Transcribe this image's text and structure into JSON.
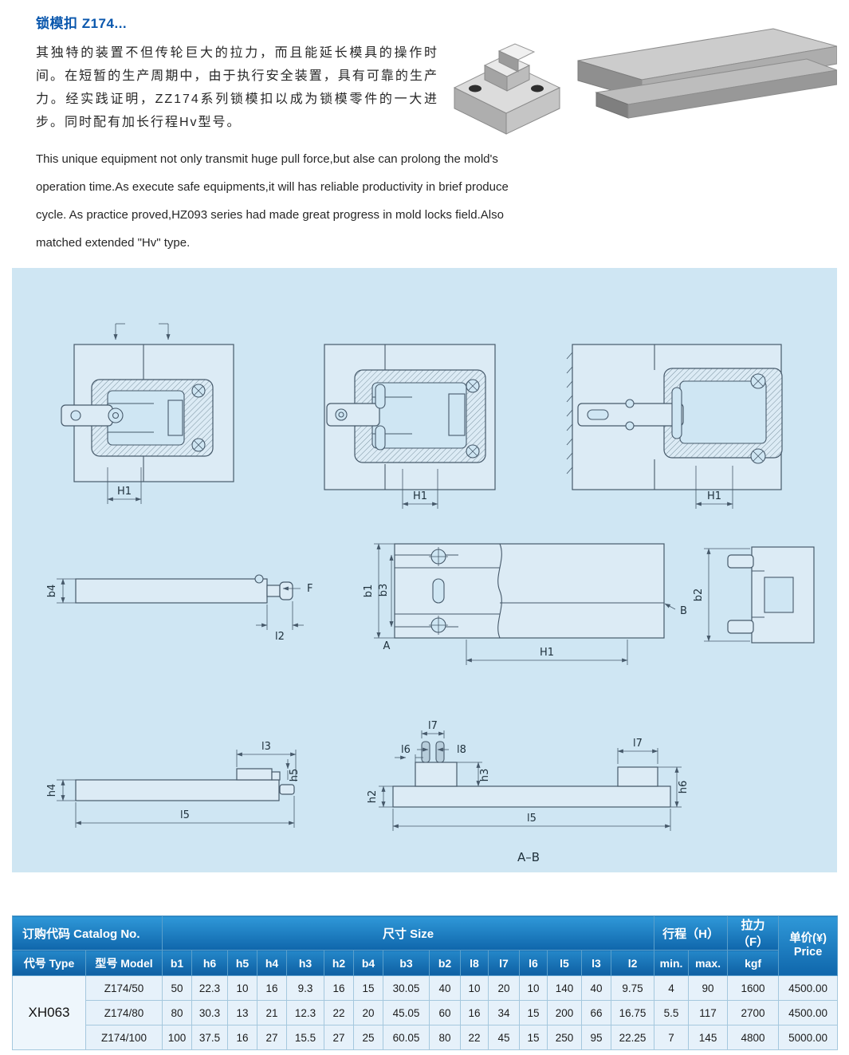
{
  "header": {
    "title": "锁模扣 Z174...",
    "cn_text": "其独特的装置不但传轮巨大的拉力，而且能延长模具的操作时间。在短暂的生产周期中，由于执行安全装置，具有可靠的生产力。经实践证明，ZZ174系列锁模扣以成为锁模零件的一大进步。同时配有加长行程Hv型号。",
    "en_lines": {
      "l1": "This unique equipment not only transmit huge pull force,but alse can prolong the mold's",
      "l2": "operation time.As execute safe equipments,it will has reliable productivity in brief produce",
      "l3": "cycle. As practice proved,HZ093 series had made great progress in mold locks field.Also",
      "l4": "matched extended \"Hv\" type."
    }
  },
  "drawing": {
    "labels": {
      "h1_a": "H1",
      "h1_b": "H1",
      "h1_c": "H1",
      "b4": "b4",
      "f": "F",
      "l2": "l2",
      "b1": "b1",
      "b3": "b3",
      "a": "A",
      "b": "B",
      "h1_plan": "H1",
      "b2": "b2",
      "h4": "h4",
      "l3": "l3",
      "h5": "h5",
      "l5_a": "l5",
      "l7_a": "l7",
      "l8": "l8",
      "l6": "l6",
      "h3": "h3",
      "h2": "h2",
      "h6": "h6",
      "l7_b": "l7",
      "l5_b": "l5",
      "section_ab": "A–B"
    }
  },
  "table": {
    "headers": {
      "catalog": "订购代码 Catalog No.",
      "size": "尺寸 Size",
      "stroke": "行程（H）",
      "force": "拉力（F）",
      "price_cn": "单价(¥)",
      "price_en": "Price",
      "type": "代号 Type",
      "model": "型号 Model",
      "min": "min.",
      "max": "max.",
      "kgf": "kgf"
    },
    "dim_cols": [
      "b1",
      "h6",
      "h5",
      "h4",
      "h3",
      "h2",
      "b4",
      "b3",
      "b2",
      "l8",
      "l7",
      "l6",
      "l5",
      "l3",
      "l2"
    ],
    "type_code": "XH063",
    "rows": [
      {
        "model": "Z174/50",
        "values": [
          "50",
          "22.3",
          "10",
          "16",
          "9.3",
          "16",
          "15",
          "30.05",
          "40",
          "10",
          "20",
          "10",
          "140",
          "40",
          "9.75",
          "4",
          "90",
          "1600",
          "4500.00"
        ]
      },
      {
        "model": "Z174/80",
        "values": [
          "80",
          "30.3",
          "13",
          "21",
          "12.3",
          "22",
          "20",
          "45.05",
          "60",
          "16",
          "34",
          "15",
          "200",
          "66",
          "16.75",
          "5.5",
          "117",
          "2700",
          "4500.00"
        ]
      },
      {
        "model": "Z174/100",
        "values": [
          "100",
          "37.5",
          "16",
          "27",
          "15.5",
          "27",
          "25",
          "60.05",
          "80",
          "22",
          "45",
          "15",
          "250",
          "95",
          "22.25",
          "7",
          "145",
          "4800",
          "5000.00"
        ]
      }
    ]
  }
}
